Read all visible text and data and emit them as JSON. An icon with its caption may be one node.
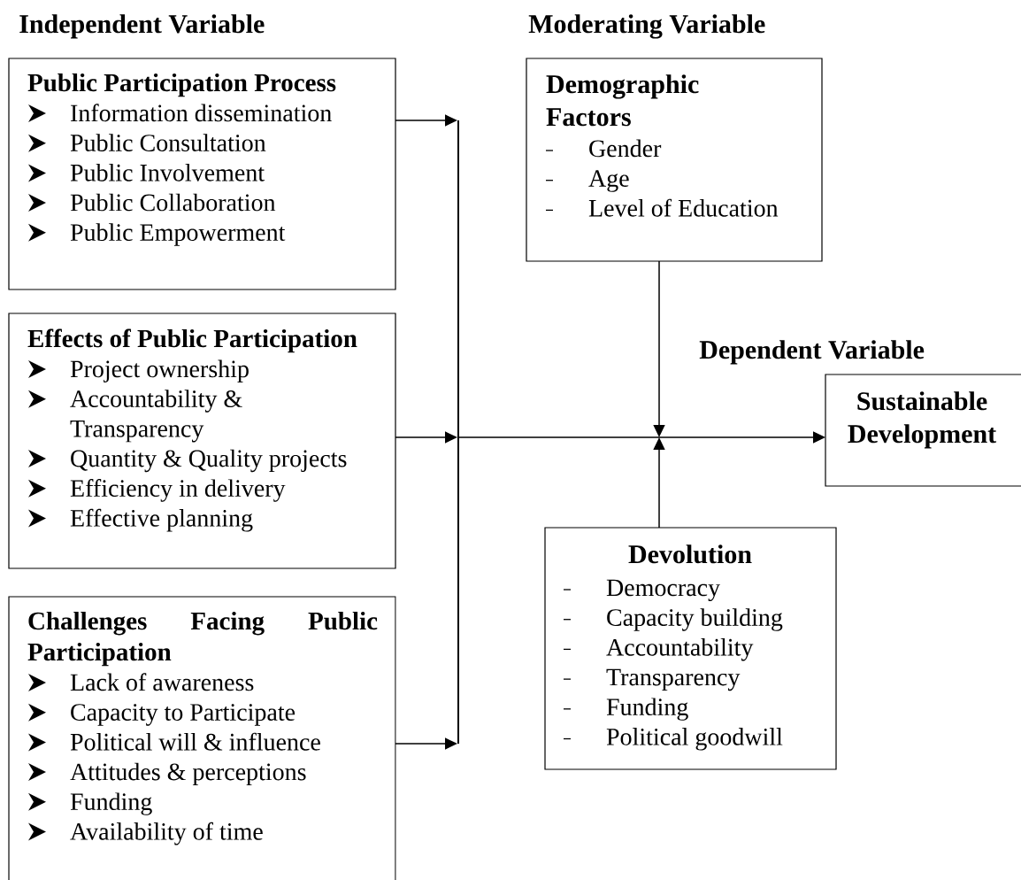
{
  "diagram": {
    "nodes": [
      {
        "text": [
          "Public Participation Process",
          "Information dissemination",
          "Public Consultation",
          "Public Involvement",
          "Public Collaboration",
          "Public Empowerment"
        ]
      },
      {
        "text": [
          "Effects of Public Participation",
          "Project ownership",
          "Accountability & Transparency",
          "Quantity & Quality projects",
          "Efficiency in delivery",
          "Effective planning"
        ]
      },
      {
        "text": [
          "Challenges Facing Public Participation",
          "Lack of awareness",
          "Capacity to Participate",
          "Political will & influence",
          "Attitudes & perceptions",
          "Funding",
          "Availability of time"
        ]
      },
      {
        "text": [
          "Demographic Factors",
          "Gender",
          "Age",
          "Level of Education"
        ]
      },
      {
        "text": [
          "Sustainable Development"
        ]
      },
      {
        "text": [
          "Devolution",
          "Democracy",
          "Capacity building",
          "Accountability",
          "Transparency",
          "Funding",
          "Political goodwill"
        ]
      },
      {
        "text": [],
        "shape": "bar"
      }
    ],
    "edges": [
      {
        "from": 0,
        "to": 6,
        "arrow": "to"
      },
      {
        "from": 1,
        "to": 6,
        "arrow": "to"
      },
      {
        "from": 2,
        "to": 6,
        "arrow": "to"
      },
      {
        "from": 6,
        "to": 4,
        "arrow": "to"
      },
      {
        "from": 3,
        "to": null,
        "arrow": "to"
      },
      {
        "from": 5,
        "to": null,
        "arrow": "to"
      }
    ],
    "labels": [
      "Independent Variable",
      "Moderating Variable",
      "Dependent Variable"
    ]
  }
}
